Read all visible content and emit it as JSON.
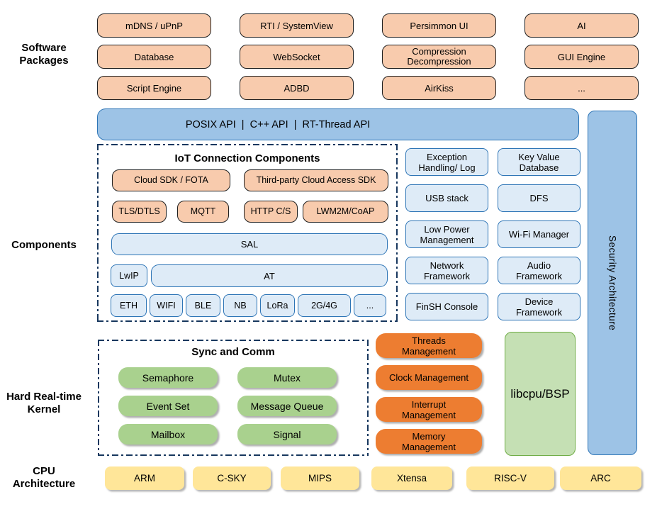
{
  "colors": {
    "package_fill": "#F8CBAD",
    "package_border": "#1F1F1F",
    "api_fill": "#9DC3E6",
    "api_border": "#2E75B6",
    "component_fill": "#DEEBF7",
    "component_border": "#2E75B6",
    "kernel_green": "#A9D18E",
    "management_orange": "#ED7D31",
    "libcpu_fill": "#C5E0B4",
    "libcpu_border": "#70AD47",
    "cpu_yellow": "#FFE699",
    "dashed_border": "#17375E"
  },
  "sections": {
    "software": {
      "label": "Software\nPackages",
      "boxes": [
        "mDNS / uPnP",
        "RTI / SystemView",
        "Persimmon UI",
        "AI",
        "Database",
        "WebSocket",
        "Compression\nDecompression",
        "GUI Engine",
        "Script Engine",
        "ADBD",
        "AirKiss",
        "..."
      ]
    },
    "api_bar": {
      "label": "POSIX API  |  C++ API  |  RT-Thread API"
    },
    "security_bar": {
      "label": "Security Architecture"
    },
    "components": {
      "label": "Components",
      "iot_panel": {
        "title": "IoT Connection Components",
        "cloud_sdk": "Cloud SDK / FOTA",
        "third_party": "Third-party Cloud Access SDK",
        "protocols": [
          "TLS/DTLS",
          "MQTT",
          "HTTP C/S",
          "LWM2M/CoAP"
        ],
        "sal": "SAL",
        "lwip": "LwIP",
        "at": "AT",
        "links": [
          "ETH",
          "WIFI",
          "BLE",
          "NB",
          "LoRa",
          "2G/4G",
          "..."
        ]
      },
      "services": [
        "Exception\nHandling/ Log",
        "Key Value\nDatabase",
        "USB stack",
        "DFS",
        "Low Power\nManagement",
        "Wi-Fi Manager",
        "Network\nFramework",
        "Audio\nFramework",
        "FinSH Console",
        "Device\nFramework"
      ]
    },
    "kernel": {
      "label": "Hard Real-time\nKernel",
      "sync_panel": {
        "title": "Sync and Comm",
        "boxes": [
          "Semaphore",
          "Mutex",
          "Event Set",
          "Message Queue",
          "Mailbox",
          "Signal"
        ]
      },
      "management": [
        "Threads\nManagement",
        "Clock Management",
        "Interrupt\nManagement",
        "Memory\nManagement"
      ],
      "libcpu": "libcpu/BSP"
    },
    "cpu": {
      "label": "CPU\nArchitecture",
      "boxes": [
        "ARM",
        "C-SKY",
        "MIPS",
        "Xtensa",
        "RISC-V",
        "ARC"
      ]
    }
  }
}
